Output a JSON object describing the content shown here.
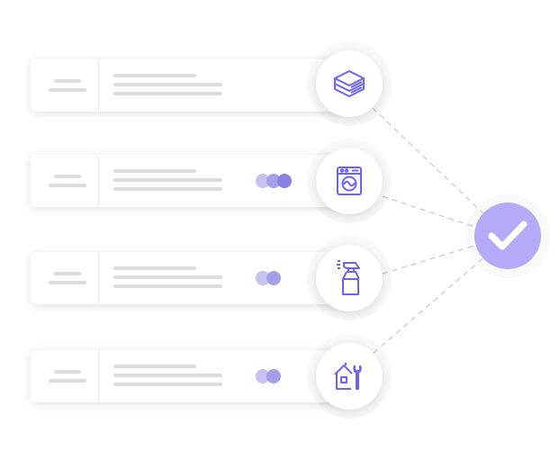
{
  "colors": {
    "accent": "#6c63f5",
    "check_bg": "#b3aaf8",
    "dot_light": "#c6c1ee",
    "dot_mid": "#a59ee9",
    "dot_dark": "#8a82e0"
  },
  "tasks": [
    {
      "icon": "towels-icon",
      "dots": 0
    },
    {
      "icon": "washing-machine-icon",
      "dots": 3
    },
    {
      "icon": "spray-bottle-icon",
      "dots": 2
    },
    {
      "icon": "home-repair-icon",
      "dots": 2
    }
  ],
  "status_icon": "checkmark-icon"
}
